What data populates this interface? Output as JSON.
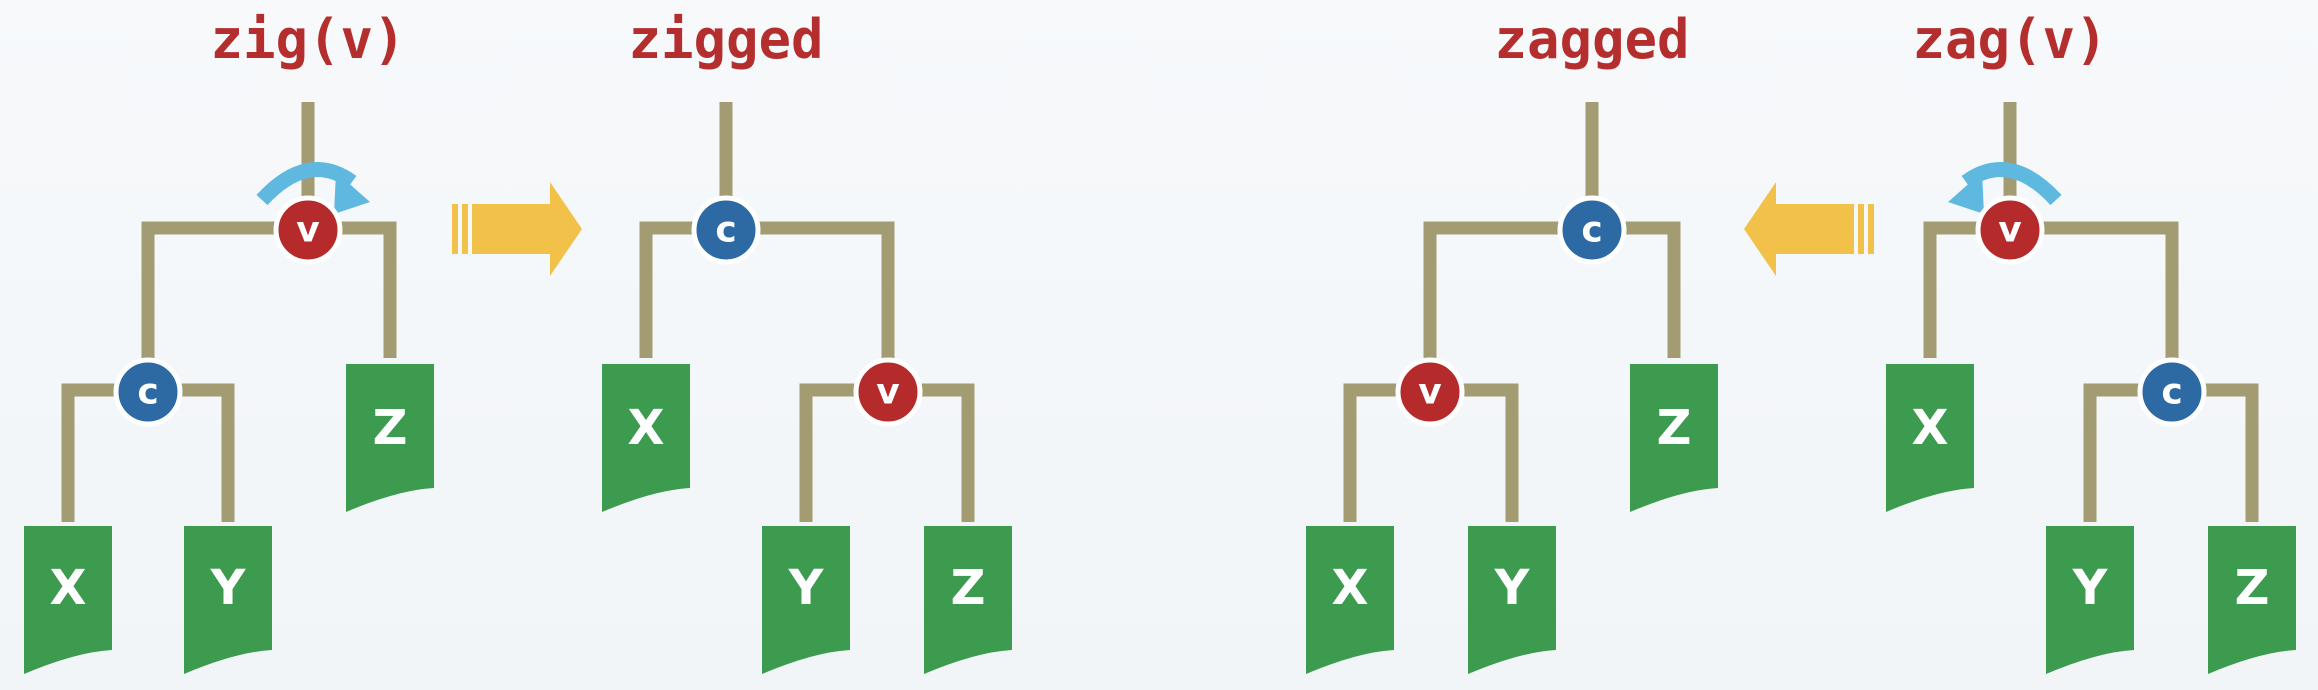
{
  "titles": {
    "zig": "zig(v)",
    "zigged": "zigged",
    "zagged": "zagged",
    "zag": "zag(v)"
  },
  "nodes": {
    "v": "v",
    "c": "c"
  },
  "leaves": {
    "x": "X",
    "y": "Y",
    "z": "Z"
  },
  "colors": {
    "title": "#b52e2e",
    "node_v": "#b52a2a",
    "node_c": "#2d6aa4",
    "leaf": "#3c9b4f",
    "edge": "#a39c72",
    "rotation_arrow": "#5fb8e0",
    "transition_arrow": "#f2c14a"
  },
  "icons": {
    "rotation_clockwise": "clockwise-rotation-arrow-icon",
    "rotation_counterclockwise": "counterclockwise-rotation-arrow-icon",
    "transition_right": "right-arrow-icon",
    "transition_left": "left-arrow-icon"
  }
}
